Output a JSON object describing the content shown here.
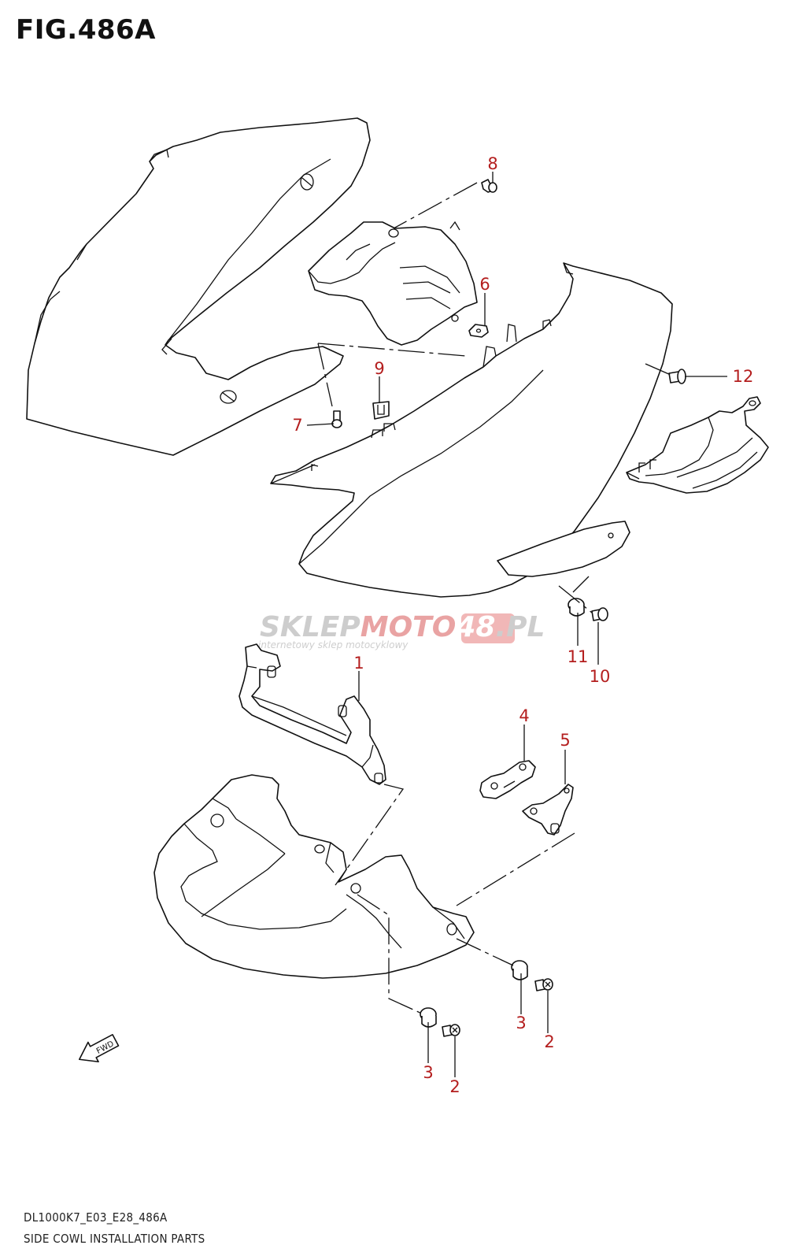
{
  "figure": {
    "title": "FIG.486A",
    "code": "DL1000K7_E03_E28_486A",
    "name": "SIDE COWL INSTALLATION PARTS"
  },
  "watermark": {
    "part1": "SKLEP",
    "part2": "MOTO",
    "part3": "48",
    "part4": ".PL",
    "tagline": "internetowy sklep motocyklowy"
  },
  "direction_label": "FWD",
  "callouts": [
    {
      "id": "c1",
      "label": "1"
    },
    {
      "id": "c2a",
      "label": "2"
    },
    {
      "id": "c2b",
      "label": "2"
    },
    {
      "id": "c3a",
      "label": "3"
    },
    {
      "id": "c3b",
      "label": "3"
    },
    {
      "id": "c4",
      "label": "4"
    },
    {
      "id": "c5",
      "label": "5"
    },
    {
      "id": "c6",
      "label": "6"
    },
    {
      "id": "c7",
      "label": "7"
    },
    {
      "id": "c8",
      "label": "8"
    },
    {
      "id": "c9",
      "label": "9"
    },
    {
      "id": "c10",
      "label": "10"
    },
    {
      "id": "c11",
      "label": "11"
    },
    {
      "id": "c12",
      "label": "12"
    }
  ],
  "colors": {
    "callout": "#b41e1e",
    "line": "#111111",
    "watermark_gray": "#c4c4c4",
    "watermark_red": "#e58a8a"
  }
}
